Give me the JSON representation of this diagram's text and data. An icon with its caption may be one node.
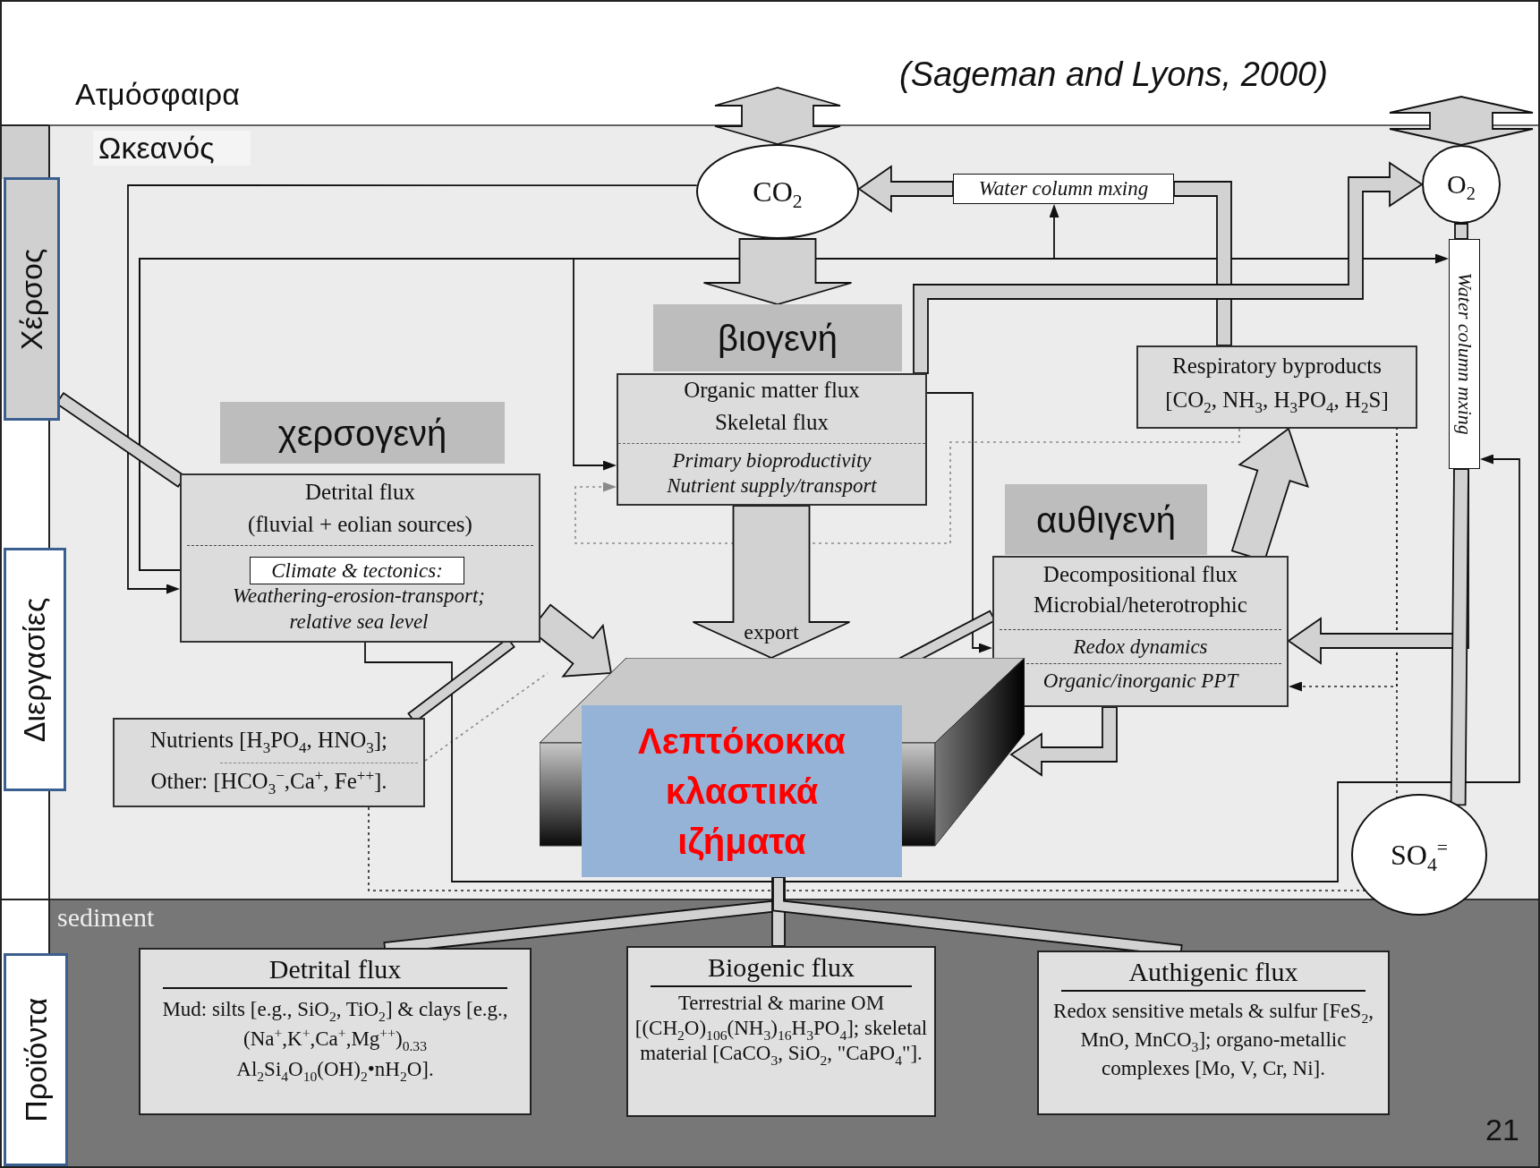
{
  "diagram": {
    "nodes": [
      {
        "text": [
          "Χέρσος"
        ]
      },
      {
        "text": [
          "Διεργασίες"
        ]
      },
      {
        "text": [
          "Προϊόντα"
        ]
      },
      {
        "text": [
          "CO$_{2}$"
        ]
      },
      {
        "text": [
          "Water column mxing"
        ]
      },
      {
        "text": [
          "O$_{2}$"
        ]
      },
      {
        "text": [
          "Water column mxing"
        ]
      },
      {
        "text": [
          "βιογενή"
        ]
      },
      {
        "text": [
          "Organic matter flux",
          "Skeletal flux",
          "Primary bioproductivity",
          "Nutrient supply/transport"
        ]
      },
      {
        "text": [
          "Respiratory byproducts",
          "[CO$_{2}$, NH$_{3}$, H$_{3}$PO$_{4}$, H$_{2}$S]"
        ]
      },
      {
        "text": [
          "χερσογενή"
        ]
      },
      {
        "text": [
          "Detrital flux",
          "(fluvial + eolian sources)",
          "Weathering-erosion-transport; relative sea level"
        ]
      },
      {
        "text": [
          "Climate & tectonics:"
        ],
        "in": 11
      },
      {
        "text": [
          "αυθιγενή"
        ]
      },
      {
        "text": [
          "Decompositional flux",
          "Microbial/heterotrophic",
          "Redox dynamics",
          "Organic/inorganic PPT"
        ]
      },
      {
        "text": [
          "Nutrients [H$_{3}$PO$_{4}$, HNO$_{3}$];",
          "Other: [HCO$_{3}$$^{−}$,Ca$^{+}$, Fe$^{++}$]."
        ]
      },
      {
        "text": [],
        "shape": "box"
      },
      {
        "text": [
          "Λεπτόκοκκα κλαστικά ιζήματα"
        ]
      },
      {
        "text": [
          "SO$_{4}$$^{=}$"
        ]
      },
      {
        "text": [
          "Detrital flux",
          "Mud: silts [e.g., SiO$_{2}$, TiO$_{2}$] & clays [e.g., (Na$^{+}$,K$^{+}$,Ca$^{+}$,Mg$^{++}$)$_{0.33}$ Al$_{2}$Si$_{4}$O$_{10}$(OH)$_{2}$•nH$_{2}$O]."
        ]
      },
      {
        "text": [
          "Biogenic flux",
          "Terrestrial & marine OM [(CH$_{2}$O)$_{106}$(NH$_{3}$)$_{16}$H$_{3}$PO$_{4}$]; skeletal material [CaCO$_{3}$, SiO$_{2}$, \"CaPO$_{4}$\"]."
        ]
      },
      {
        "text": [
          "Authigenic flux",
          "Redox sensitive metals & sulfur [FeS$_{2}$, MnO, MnCO$_{3}$]; organo-metallic complexes [Mo, V, Cr, Ni]."
        ]
      }
    ],
    "edges": [
      {
        "from": null,
        "to": 3,
        "arrow": "both",
        "style": "thick"
      },
      {
        "from": null,
        "to": 5,
        "arrow": "both",
        "style": "thick"
      },
      {
        "from": 3,
        "to": 7,
        "arrow": "to",
        "style": "thick"
      },
      {
        "from": 4,
        "to": 3,
        "arrow": "to",
        "style": "thick"
      },
      {
        "from": 9,
        "to": 4,
        "arrow": "none",
        "style": "thick"
      },
      {
        "from": 8,
        "to": 5,
        "arrow": "to",
        "style": "thick"
      },
      {
        "from": 3,
        "to": 11,
        "arrow": "to"
      },
      {
        "from": 12,
        "to": 8,
        "arrow": "to"
      },
      {
        "from": 12,
        "to": 4,
        "arrow": "to"
      },
      {
        "from": 12,
        "to": 6,
        "arrow": "to"
      },
      {
        "from": 8,
        "to": 14,
        "arrow": "to"
      },
      {
        "from": 9,
        "to": 8,
        "arrow": "to",
        "style": "dashed",
        "color": "#8a8a8a"
      },
      {
        "from": 11,
        "to": 16,
        "arrow": "to",
        "style": "thick"
      },
      {
        "from": 15,
        "to": 11,
        "arrow": "none",
        "style": "thick"
      },
      {
        "from": 15,
        "to": 16,
        "arrow": "none",
        "style": "dashed",
        "color": "#8a8a8a"
      },
      {
        "from": 11,
        "to": 6,
        "arrow": "to"
      },
      {
        "from": 8,
        "to": 16,
        "arrow": "to",
        "style": "thick",
        "label": "export"
      },
      {
        "from": 16,
        "to": 14,
        "arrow": "none",
        "style": "thick"
      },
      {
        "from": 14,
        "to": 9,
        "arrow": "to",
        "style": "thick"
      },
      {
        "from": 5,
        "to": 6,
        "arrow": "none",
        "style": "thick"
      },
      {
        "from": 6,
        "to": 14,
        "arrow": "to",
        "style": "thick"
      },
      {
        "from": 18,
        "to": 6,
        "arrow": "none",
        "style": "thick"
      },
      {
        "from": 14,
        "to": 16,
        "arrow": "to",
        "style": "thick"
      },
      {
        "from": 9,
        "to": 14,
        "arrow": "to",
        "style": "dashed"
      },
      {
        "from": 9,
        "to": 18,
        "arrow": "none",
        "style": "dashed"
      },
      {
        "from": 15,
        "to": 18,
        "arrow": "none",
        "style": "dashed"
      },
      {
        "from": 17,
        "to": 19,
        "arrow": "none",
        "style": "thick"
      },
      {
        "from": 17,
        "to": 20,
        "arrow": "none",
        "style": "thick"
      },
      {
        "from": 17,
        "to": 21,
        "arrow": "none",
        "style": "thick"
      },
      {
        "from": 0,
        "to": 11,
        "arrow": "none",
        "style": "thick"
      }
    ],
    "labels": [
      "(Sageman and Lyons, 2000)",
      "Ατμόσφαιρα",
      "Ωκεανός",
      "sediment",
      "21"
    ]
  }
}
